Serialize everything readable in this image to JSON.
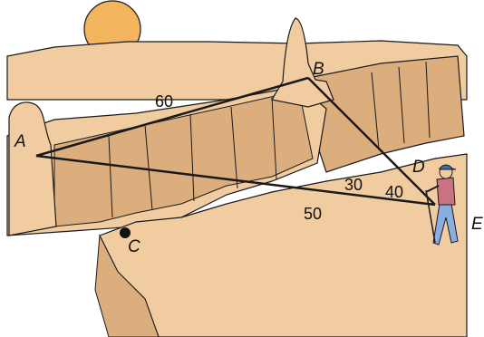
{
  "colors": {
    "sky": "#ffffff",
    "sun": "#f3b45e",
    "ground": "#f1cca1",
    "ground_dark": "#dcae7e",
    "outline": "#1a1a1a",
    "jacket": "#c8737f",
    "jeans": "#8aaee0",
    "cap": "#3b6fb0"
  },
  "points": {
    "A": "A",
    "B": "B",
    "C": "C",
    "D": "D",
    "E": "E"
  },
  "lengths": {
    "AB": "60",
    "AE": "50",
    "CD_seg": "30",
    "DE_seg": "40"
  },
  "icons": {
    "sun": "sun-icon",
    "hiker": "hiker-icon",
    "point_marker": "point-c-marker"
  }
}
